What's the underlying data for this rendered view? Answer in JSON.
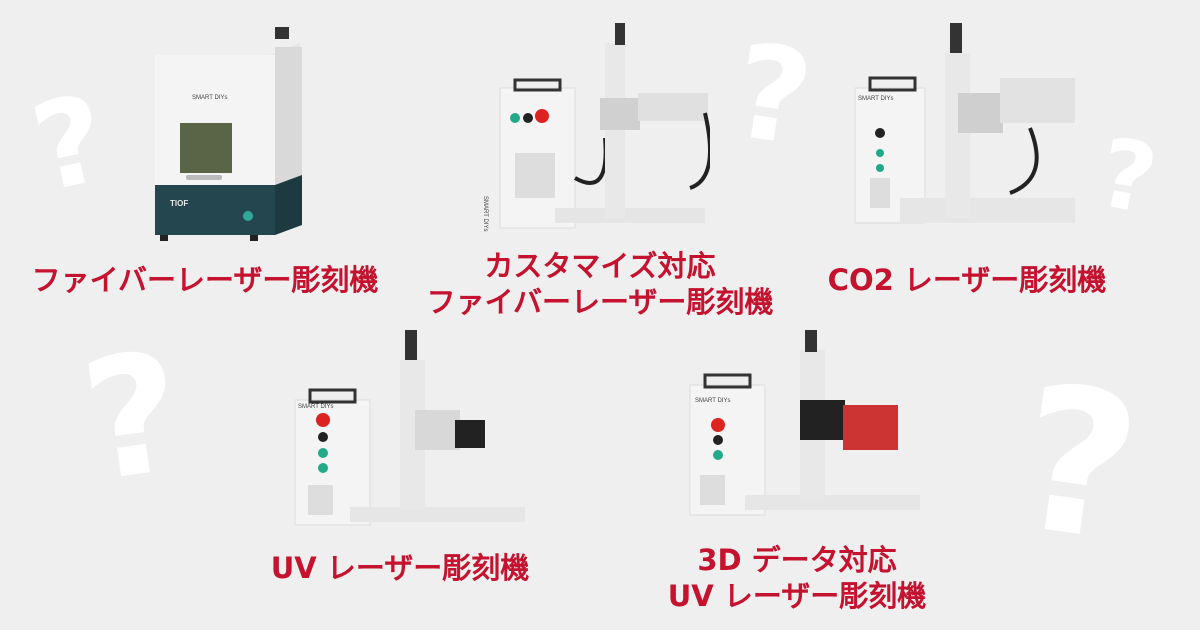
{
  "products": [
    {
      "label_lines": [
        "ファイバーレーザー彫刻機"
      ],
      "machine_text": "SMART DIYs",
      "brand": "TIOF"
    },
    {
      "label_lines": [
        "カスタマイズ対応",
        "ファイバーレーザー彫刻機"
      ],
      "machine_text": "SMART DIYs"
    },
    {
      "label_lines": [
        "CO2 レーザー彫刻機"
      ],
      "machine_text": "SMART DIYs"
    },
    {
      "label_lines": [
        "UV レーザー彫刻機"
      ],
      "machine_text": "SMART DIYs"
    },
    {
      "label_lines": [
        "3D データ対応",
        "UV レーザー彫刻機"
      ],
      "machine_text": "SMART DIYs"
    }
  ],
  "decoration": {
    "question_mark": "?"
  },
  "colors": {
    "background": "#efefef",
    "label": "#c4122f",
    "question_mark": "#ffffff"
  }
}
